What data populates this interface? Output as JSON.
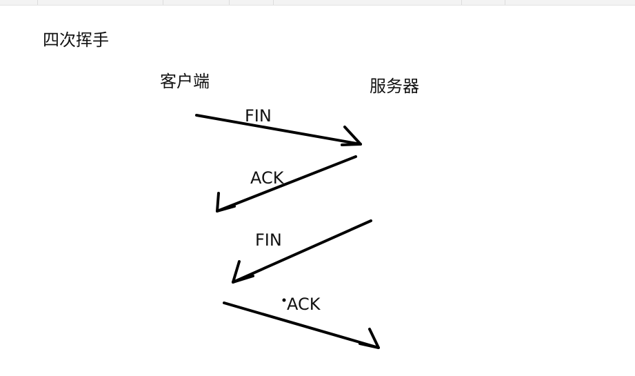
{
  "diagram": {
    "title": "四次挥手",
    "client": "客户端",
    "server": "服务器",
    "messages": [
      {
        "label": "FIN",
        "direction": "client-to-server"
      },
      {
        "label": "ACK",
        "direction": "server-to-client"
      },
      {
        "label": "FIN",
        "direction": "server-to-client"
      },
      {
        "label": "ACK",
        "direction": "client-to-server"
      }
    ]
  }
}
